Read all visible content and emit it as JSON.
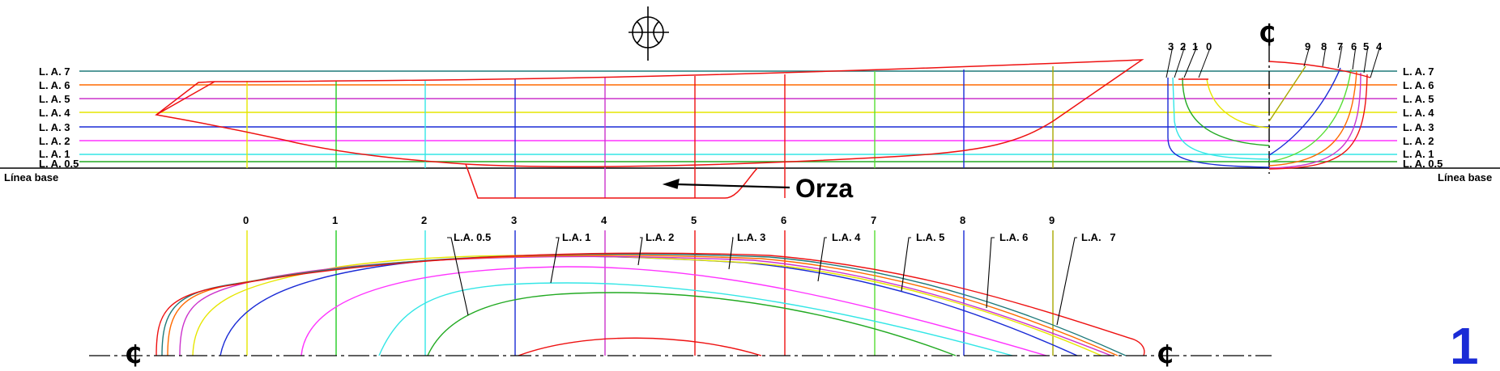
{
  "labels": {
    "waterlines": [
      "L. A. 7",
      "L. A. 6",
      "L. A. 5",
      "L. A. 4",
      "L. A. 3",
      "L. A. 2",
      "L. A. 1",
      "L. A. 0.5"
    ],
    "baseline": "Línea base",
    "keel": "Orza",
    "centerline_symbol": "₵",
    "stations": [
      "0",
      "1",
      "2",
      "3",
      "4",
      "5",
      "6",
      "7",
      "8",
      "9"
    ],
    "body_aft": [
      "3",
      "2",
      "1",
      "0"
    ],
    "body_fwd": [
      "9",
      "8",
      "7",
      "6",
      "5",
      "4"
    ],
    "plan_waterlines": [
      "L.A. 0.5",
      "L.A. 1",
      "L.A. 2",
      "L.A. 3",
      "L.A. 4",
      "L.A. 5",
      "L.A. 6",
      "L.A.   7"
    ],
    "sheet_number": "1"
  },
  "colors": {
    "la7": "#1e7a7a",
    "la6": "#ff6a00",
    "la5": "#cc33cc",
    "la4": "#e6e600",
    "la3": "#1a2bd6",
    "la2": "#ff33ff",
    "la1": "#33e6e6",
    "la05": "#22aa22",
    "hull": "#ee1111",
    "st0": "#e6e600",
    "st1": "#22cc22",
    "st2": "#33e6e6",
    "st3": "#1a2bd6",
    "st4": "#cc33cc",
    "st5": "#ee1111",
    "st6": "#ee1111",
    "st7": "#55dd33",
    "st8": "#1a2bd6",
    "st9": "#a8a800"
  }
}
